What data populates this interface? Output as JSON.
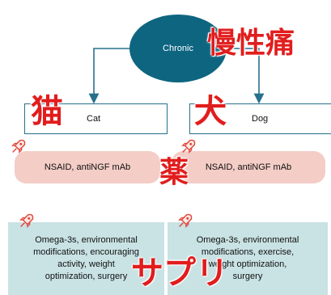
{
  "diagram": {
    "root": {
      "label": "Chronic"
    },
    "branches": {
      "cat": {
        "label": "Cat",
        "drug": "NSAID, antiNGF mAb",
        "supplement_lines": [
          "Omega-3s, environmental",
          "modifications, encouraging",
          "activity, weight",
          "optimization, surgery"
        ]
      },
      "dog": {
        "label": "Dog",
        "drug": "NSAID, antiNGF mAb",
        "supplement_lines": [
          "Omega-3s, environmental",
          "modifications, exercise,",
          "weight optimization,",
          "surgery"
        ]
      }
    }
  },
  "overlays": {
    "chronic_pain": "慢性痛",
    "cat": "猫",
    "dog": "犬",
    "drug": "薬",
    "supplement": "サプリ"
  },
  "icons": [
    "rocket-icon"
  ],
  "colors": {
    "ellipse": "#0e6580",
    "connector": "#27708d",
    "drug_box": "#f3cdc6",
    "supplement_box": "#c9e2e4",
    "overlay_text": "#e11d1d"
  }
}
